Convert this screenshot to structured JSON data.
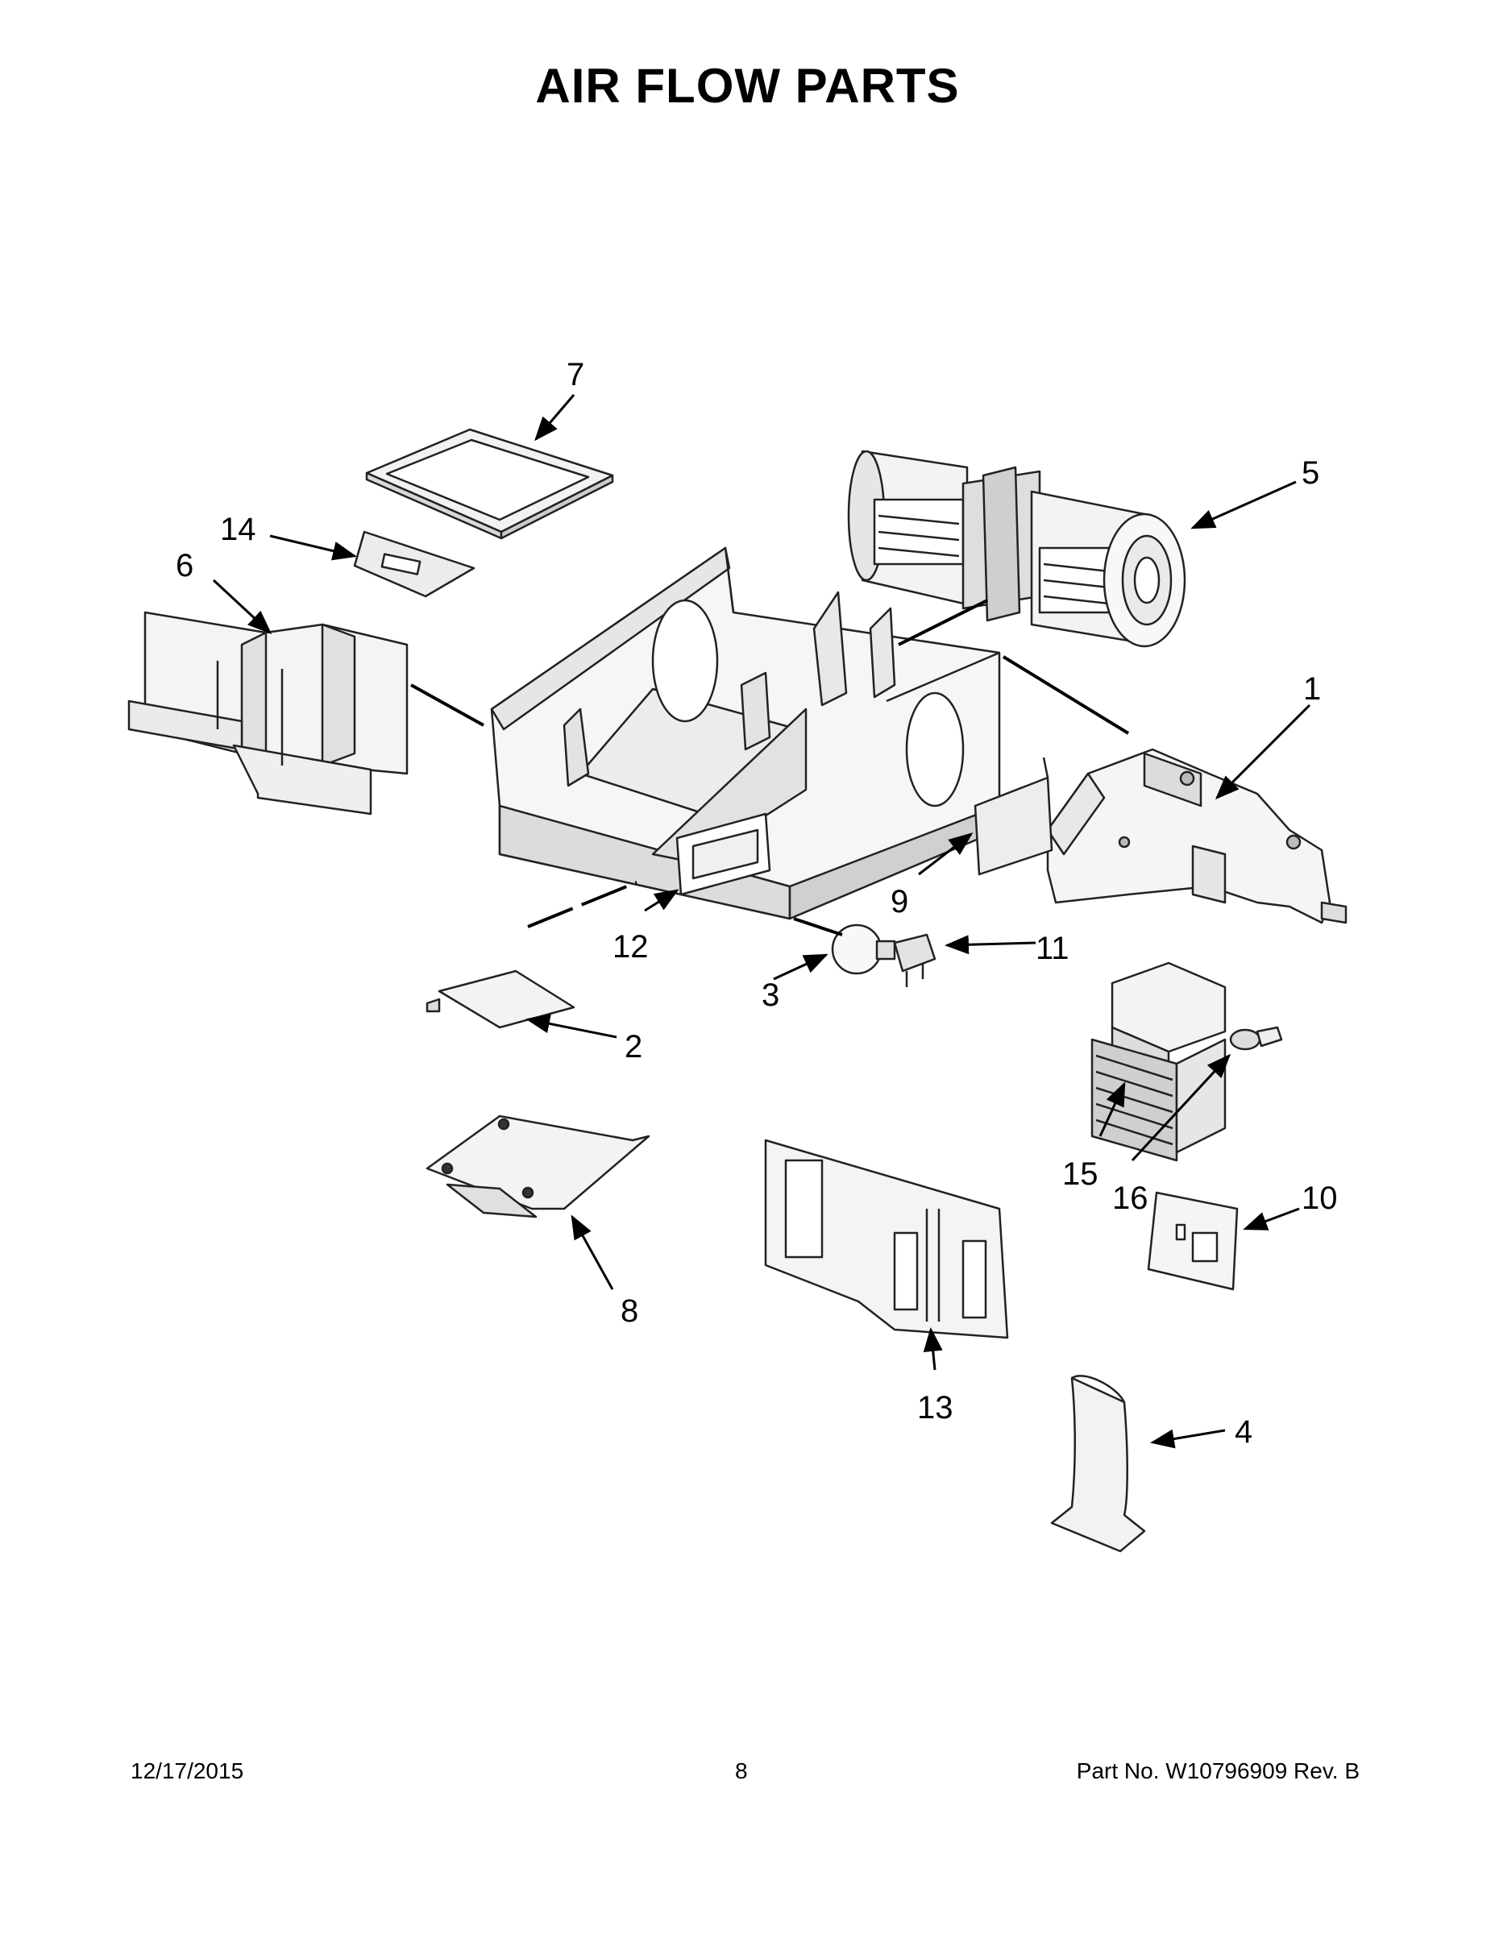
{
  "title": "AIR FLOW PARTS",
  "callouts": {
    "c1": "1",
    "c2": "2",
    "c3": "3",
    "c4": "4",
    "c5": "5",
    "c6": "6",
    "c7": "7",
    "c8": "8",
    "c9": "9",
    "c10": "10",
    "c11": "11",
    "c12": "12",
    "c13": "13",
    "c14": "14",
    "c15": "15",
    "c16": "16"
  },
  "footer": {
    "date": "12/17/2015",
    "page": "8",
    "part_no": "Part No.  W10796909   Rev.  B"
  }
}
